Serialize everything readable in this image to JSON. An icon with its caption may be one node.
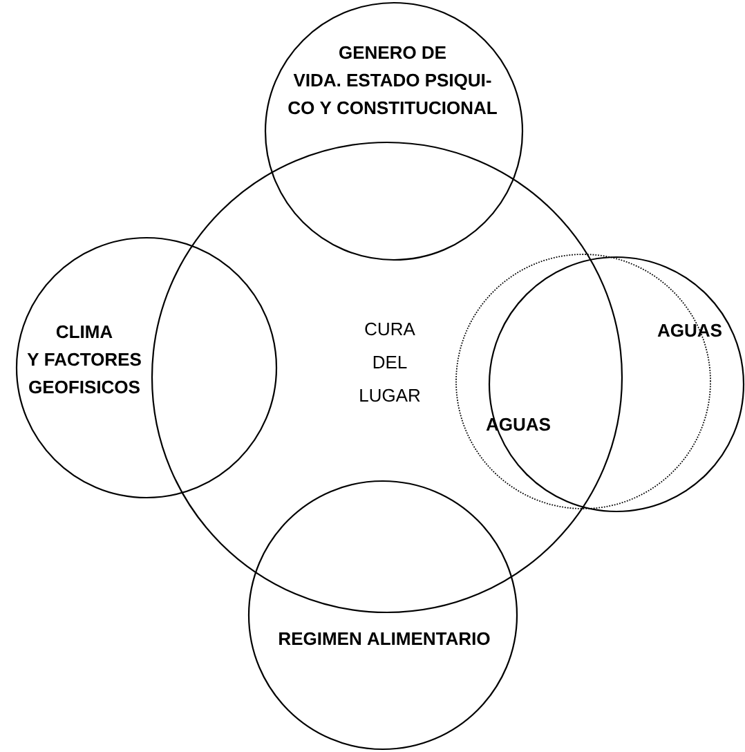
{
  "diagram": {
    "nodes": [
      {
        "text": [
          "GENERO DE VIDA. ESTADO PSIQUI- CO Y CONSTITUCIONAL"
        ]
      },
      {
        "text": [
          "CLIMA Y FACTORES GEOFISICOS"
        ]
      },
      {
        "text": [
          "CURA DEL LUGAR"
        ]
      },
      {
        "text": [
          "AGUAS",
          "AGUAS"
        ]
      },
      {
        "text": [],
        "shape": "circle"
      },
      {
        "text": [
          "REGIMEN ALIMENTARIO"
        ]
      }
    ]
  }
}
